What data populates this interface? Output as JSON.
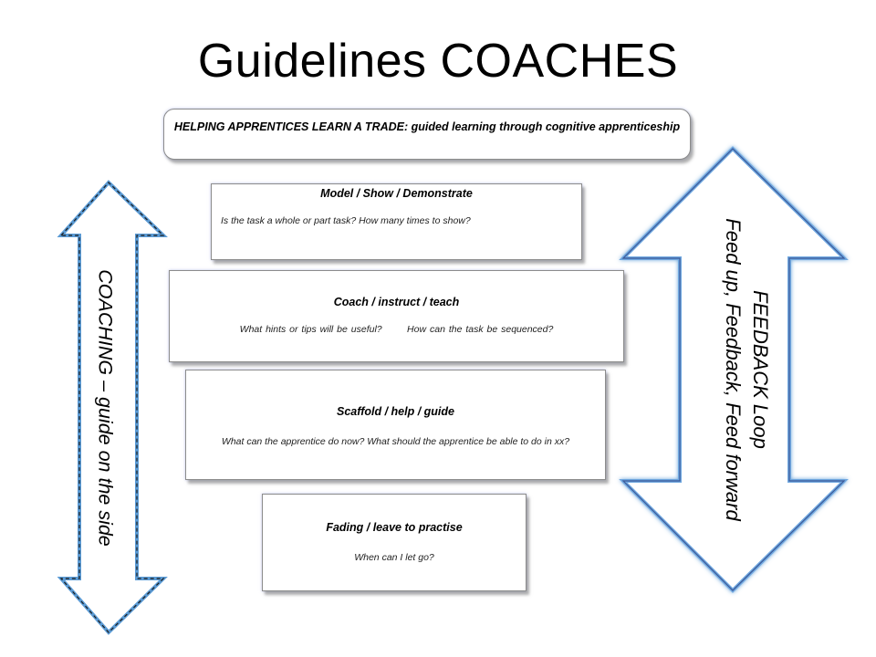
{
  "title": "Guidelines COACHES",
  "header_box": "HELPING APPRENTICES LEARN A TRADE: guided learning through cognitive apprenticeship",
  "steps": [
    {
      "heading": "Model / Show / Demonstrate",
      "question": "Is the task a whole or part task? How many times to show?"
    },
    {
      "heading": "Coach / instruct / teach",
      "question": "What hints or tips will be useful?       How can the task be sequenced?"
    },
    {
      "heading": "Scaffold / help / guide",
      "question": "What can the apprentice do now? What should the apprentice be able to do in xx?"
    },
    {
      "heading": "Fading / leave to practise",
      "question": "When can I let go?"
    }
  ],
  "left_arrow": {
    "label": "COACHING – guide on the side"
  },
  "right_arrow": {
    "line1": "FEEDBACK Loop",
    "line2": "Feed up, Feedback, Feed forward"
  },
  "colors": {
    "arrow_glow": "#5b9bd5",
    "arrow_outline": "#3b5998",
    "box_border": "#8c8c8c"
  }
}
